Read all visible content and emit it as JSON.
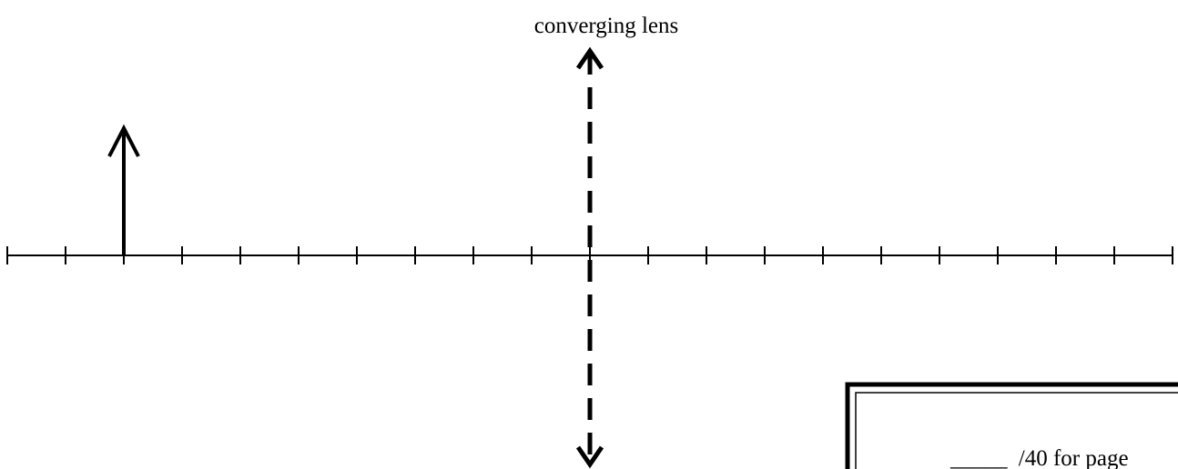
{
  "lens": {
    "label": "converging lens",
    "type": "converging",
    "line_style": "dashed"
  },
  "object": {
    "direction": "up",
    "tick_index": 2
  },
  "axis": {
    "tick_count": 21,
    "lens_tick_index": 10
  },
  "score_box": {
    "blank": "_____",
    "text": "/40 for page"
  },
  "colors": {
    "stroke": "#000000",
    "background": "#ffffff"
  }
}
